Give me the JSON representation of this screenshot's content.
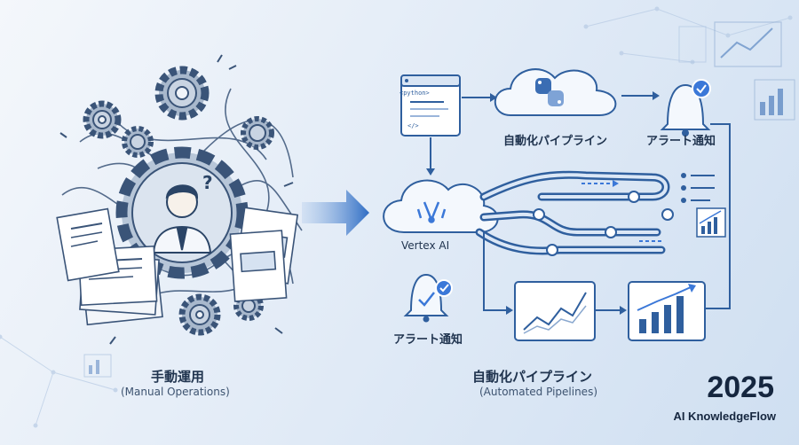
{
  "left": {
    "title_jp": "手動運用",
    "title_en": "(Manual Operations)"
  },
  "right": {
    "title_jp": "自動化パイプライン",
    "title_en": "(Automated Pipelines)",
    "cloud_label": "自動化パイプライン",
    "alert_top_label": "アラート通知",
    "vertex_label": "Vertex AI",
    "alert_bottom_label": "アラート通知",
    "code_tag_open": "<python>",
    "code_tag_close": "</>"
  },
  "footer": {
    "year": "2025",
    "brand": "AI KnowledgeFlow"
  },
  "colors": {
    "primary": "#2f5f9e",
    "accent": "#3b78d8",
    "ink": "#1f3a5f",
    "light": "#e8f0fa"
  }
}
